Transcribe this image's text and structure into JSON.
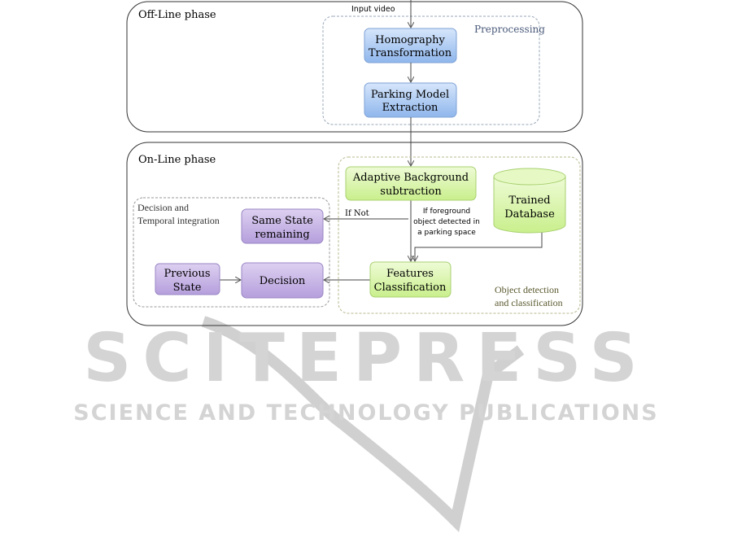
{
  "watermark": {
    "title": "SCITEPRESS",
    "subtitle": "SCIENCE AND TECHNOLOGY PUBLICATIONS"
  },
  "offline": {
    "label": "Off-Line phase",
    "input_label": "Input video",
    "group_label": "Preprocessing",
    "homography": [
      "Homography",
      "Transformation"
    ],
    "parking": [
      "Parking Model",
      "Extraction"
    ]
  },
  "online": {
    "label": "On-Line phase",
    "detection_group": [
      "Object detection",
      "and classification"
    ],
    "decision_group": [
      "Decision and",
      "Temporal integration"
    ],
    "adaptive": [
      "Adaptive Background",
      "subtraction"
    ],
    "database": [
      "Trained",
      "Database"
    ],
    "features": [
      "Features",
      "Classification"
    ],
    "same_state": [
      "Same State",
      "remaining"
    ],
    "previous": [
      "Previous",
      "State"
    ],
    "decision": "Decision",
    "if_not": "If  Not",
    "if_fg": [
      "If  foreground",
      "object detected in",
      "a parking space"
    ]
  },
  "colors": {
    "blue": "#a9c8f2",
    "green": "#d7f5a6",
    "purple": "#c9b5e6"
  }
}
